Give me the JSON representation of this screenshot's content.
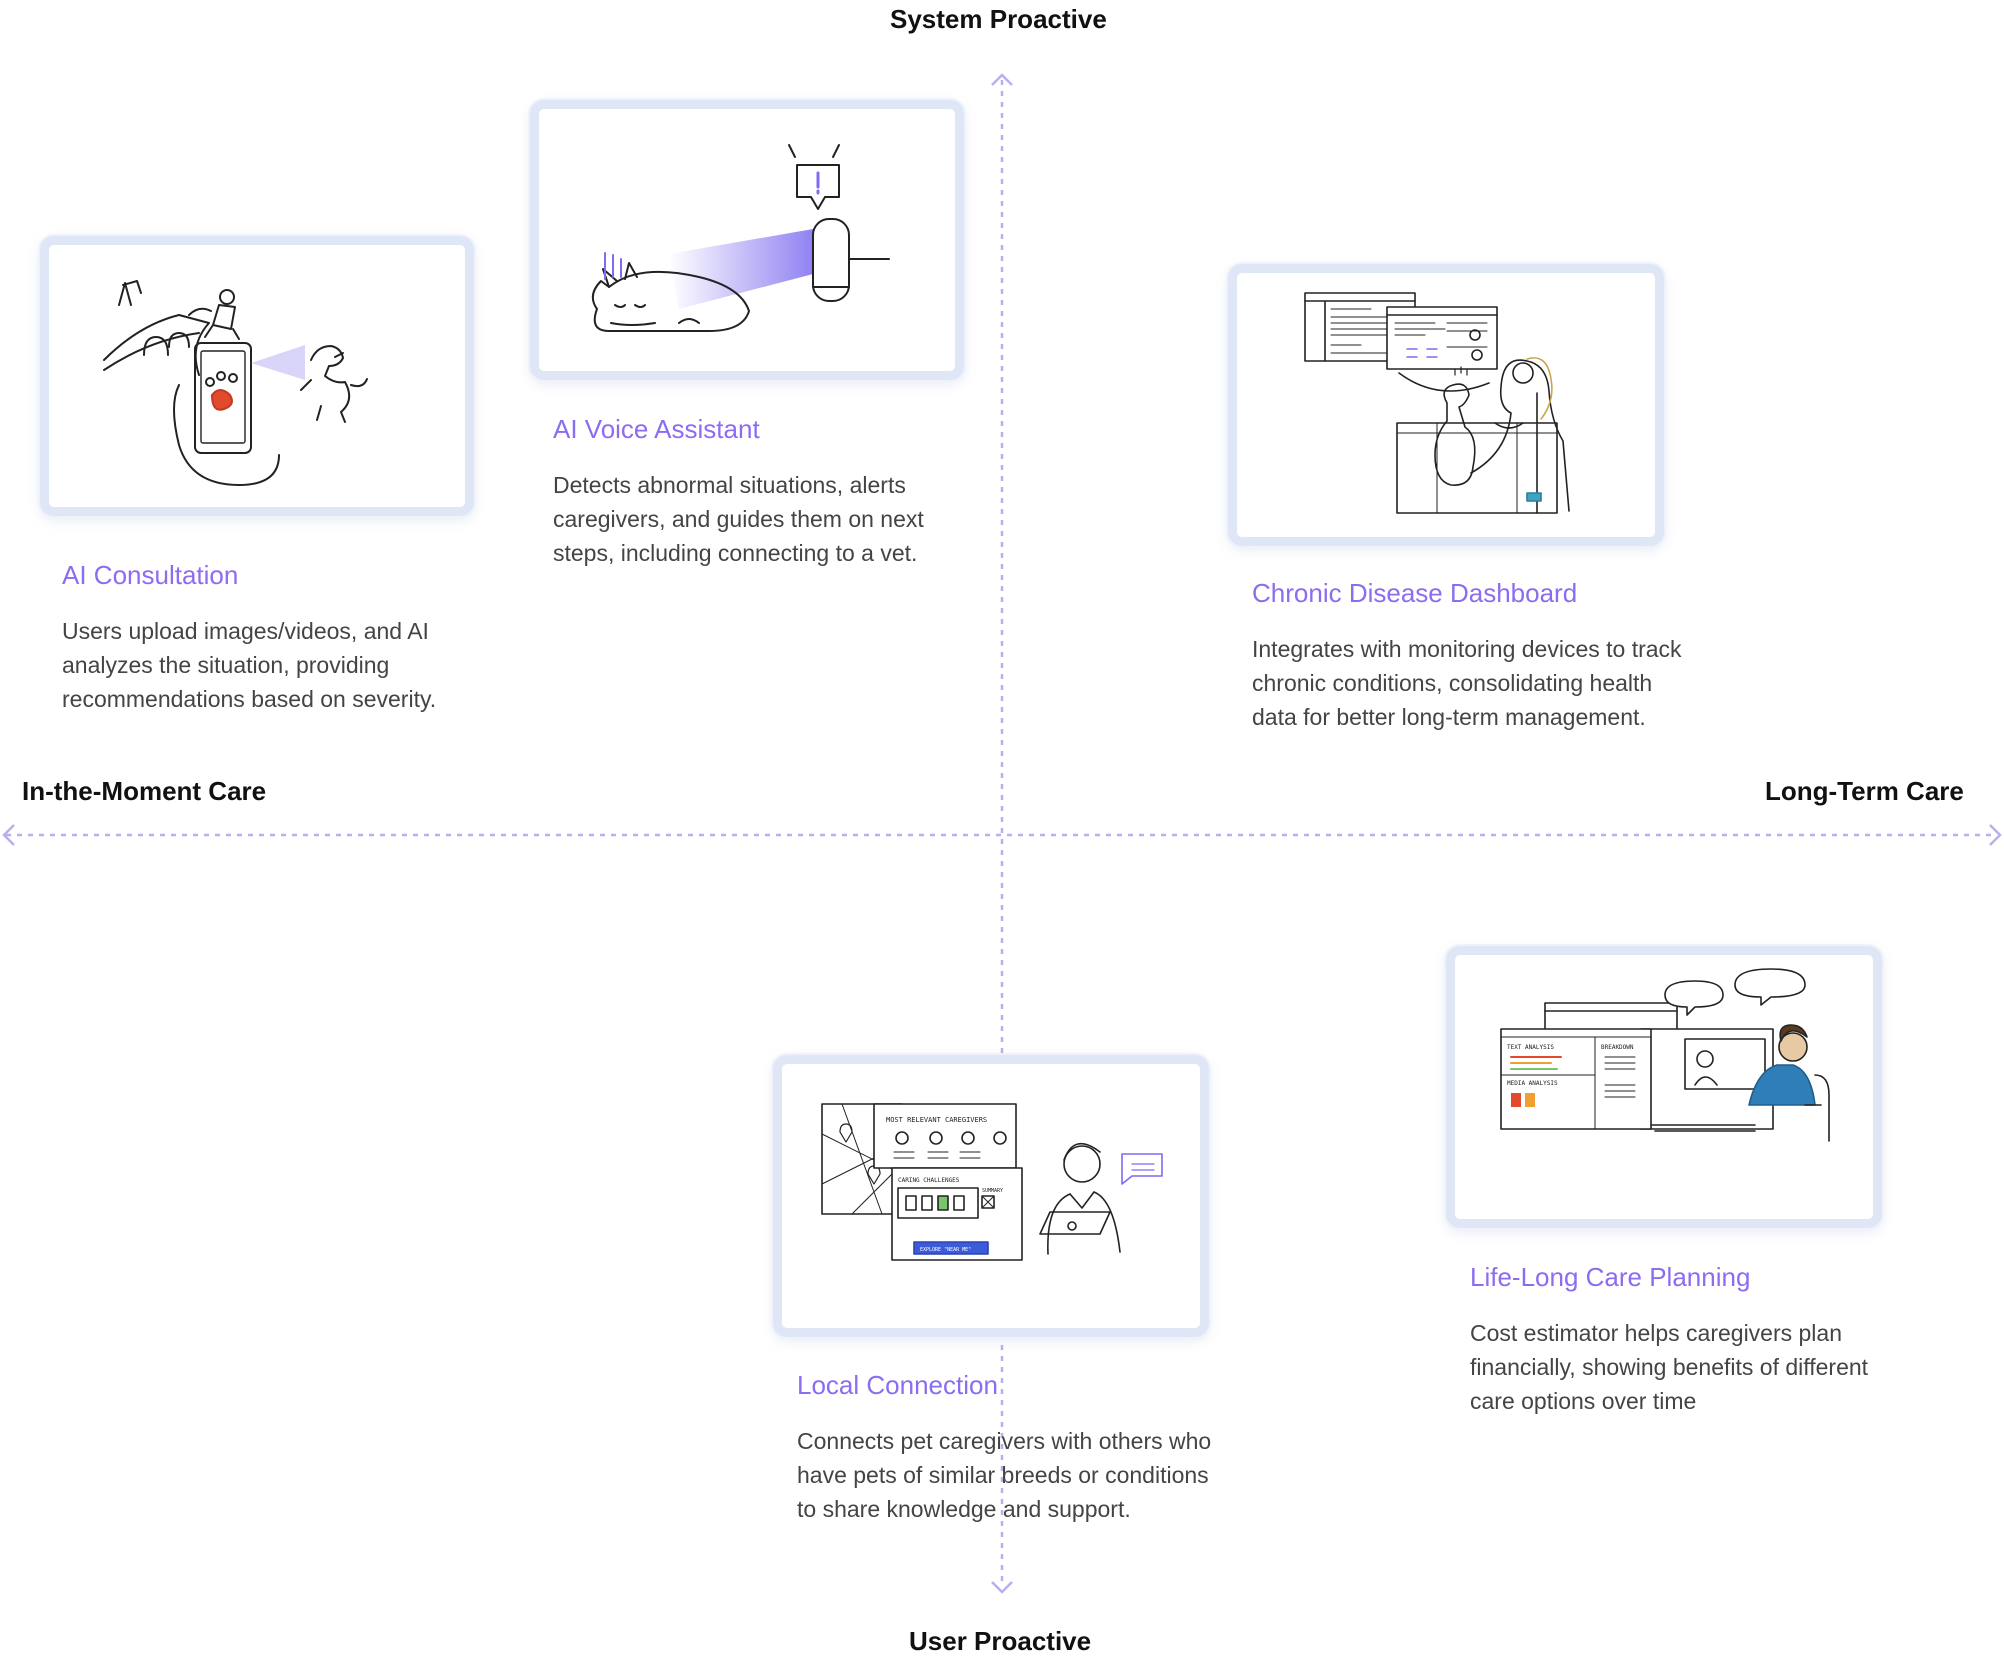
{
  "axes": {
    "top": "System Proactive",
    "bottom": "User Proactive",
    "left": "In-the-Moment Care",
    "right": "Long-Term Care",
    "color": "#b7b0ee"
  },
  "colors": {
    "accent": "#8c6cf0",
    "card_border": "#dfe6f6",
    "text": "#444444"
  },
  "items": [
    {
      "title": "AI Consultation",
      "illustration": "pet-photo-analysis-sketch",
      "lines": [
        "Users upload images/videos, and AI",
        "analyzes the situation, providing",
        "recommendations based on severity."
      ]
    },
    {
      "title": "AI Voice Assistant",
      "illustration": "smart-speaker-cat-sketch",
      "lines": [
        "Detects abnormal situations, alerts",
        "caregivers, and guides them on next",
        "steps, including connecting to a vet."
      ]
    },
    {
      "title": "Chronic Disease Dashboard",
      "illustration": "vet-dashboard-sketch",
      "lines": [
        "Integrates with monitoring devices to track",
        "chronic conditions, consolidating health",
        "data for better long-term management."
      ]
    },
    {
      "title": "Local Connection",
      "illustration": "caregiver-map-sketch",
      "sketch_text": {
        "header": "MOST RELEVANT CAREGIVERS",
        "panel": "CARING CHALLENGES",
        "summary": "SUMMARY",
        "button": "EXPLORE \"NEAR ME\""
      },
      "lines": [
        "Connects pet caregivers with others who",
        "have pets of similar breeds or conditions",
        "to share knowledge and support."
      ]
    },
    {
      "title": "Life-Long Care Planning",
      "illustration": "cost-estimator-sketch",
      "sketch_text": {
        "text_analysis": "TEXT ANALYSIS",
        "breakdown": "BREAKDOWN",
        "media_analysis": "MEDIA ANALYSIS"
      },
      "lines": [
        "Cost estimator helps caregivers plan",
        "financially, showing benefits of different",
        "care options over time"
      ]
    }
  ]
}
